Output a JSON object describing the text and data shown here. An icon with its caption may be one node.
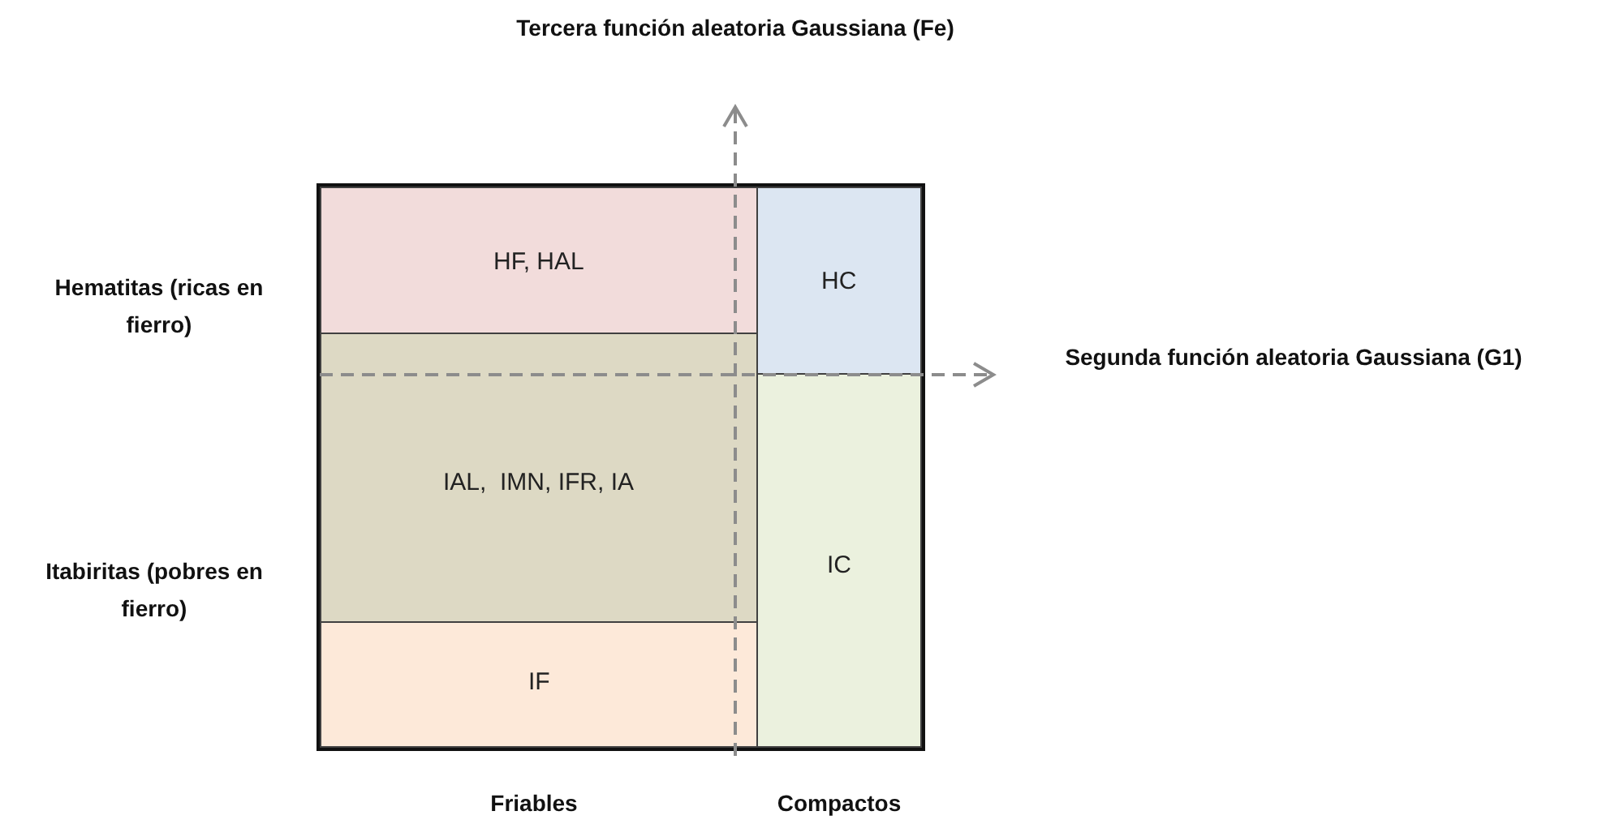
{
  "diagram": {
    "nodes": [
      {
        "text": [
          "HF, HAL"
        ]
      },
      {
        "text": [
          "HC"
        ]
      },
      {
        "text": [
          "IAL,  IMN, IFR, IA"
        ]
      },
      {
        "text": [
          "IC"
        ]
      },
      {
        "text": [
          "IF"
        ]
      }
    ],
    "labels": [
      "Tercera función aleatoria Gaussiana (Fe)",
      "Hematitas (ricas en fierro)",
      "Segunda función aleatoria Gaussiana (G1)",
      "Itabiritas (pobres en fierro)",
      "Friables",
      "Compactos"
    ]
  }
}
